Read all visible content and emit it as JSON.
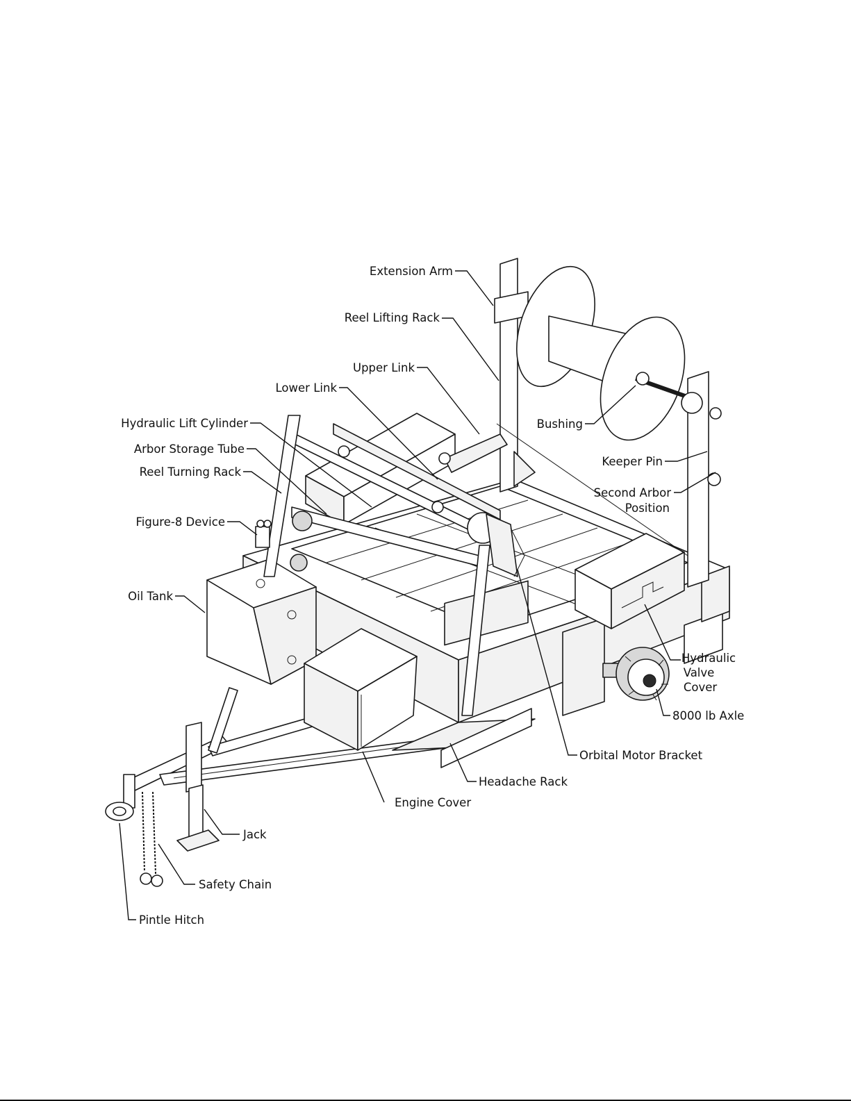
{
  "figure": {
    "labels": {
      "extension_arm": "Extension Arm",
      "reel_lifting_rack": "Reel Lifting Rack",
      "upper_link": "Upper Link",
      "lower_link": "Lower Link",
      "hydraulic_lift_cylinder": "Hydraulic Lift Cylinder",
      "arbor_storage_tube": "Arbor Storage Tube",
      "reel_turning_rack": "Reel Turning Rack",
      "figure8_device": "Figure-8 Device",
      "oil_tank": "Oil Tank",
      "bushing": "Bushing",
      "keeper_pin": "Keeper Pin",
      "second_arbor_line1": "Second Arbor",
      "second_arbor_line2": "Position",
      "hydraulic_valve_line1": "Hydraulic",
      "hydraulic_valve_line2": "Valve",
      "hydraulic_valve_line3": "Cover",
      "axle": "8000 lb Axle",
      "orbital_motor_bracket": "Orbital Motor Bracket",
      "headache_rack": "Headache Rack",
      "engine_cover": "Engine Cover",
      "jack": "Jack",
      "safety_chain": "Safety Chain",
      "pintle_hitch": "Pintle Hitch"
    }
  }
}
